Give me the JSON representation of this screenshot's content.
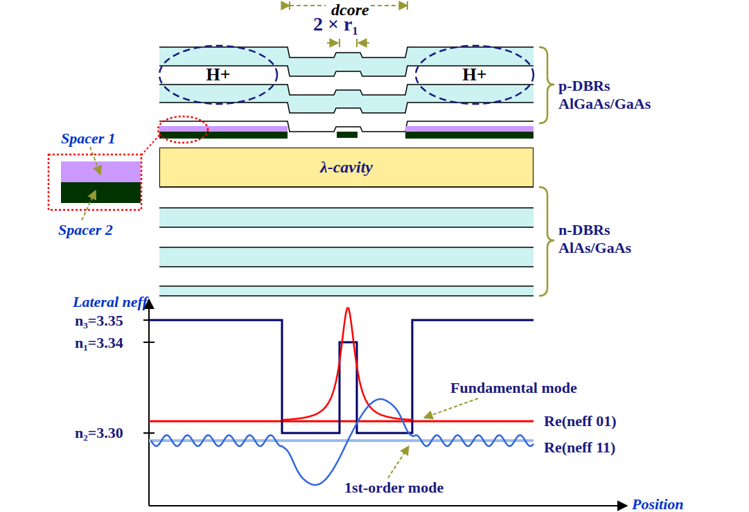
{
  "diagram": {
    "nodes": [
      {
        "text": [
          "H+"
        ]
      },
      {
        "text": [
          "H+"
        ]
      },
      {
        "text": [
          "λ-cavity"
        ]
      }
    ],
    "labels": [
      "dcore",
      "2 × r₁",
      "p-DBRs",
      "AlGaAs/GaAs",
      "Spacer 1",
      "Spacer 2",
      "n-DBRs",
      "AlAs/GaAs",
      "Lateral neff",
      "n₃=3.35",
      "n₁=3.34",
      "n₂=3.30",
      "Fundamental mode",
      "Re(neff 01)",
      "Re(neff 11)",
      "1st-order mode",
      "Position"
    ]
  }
}
